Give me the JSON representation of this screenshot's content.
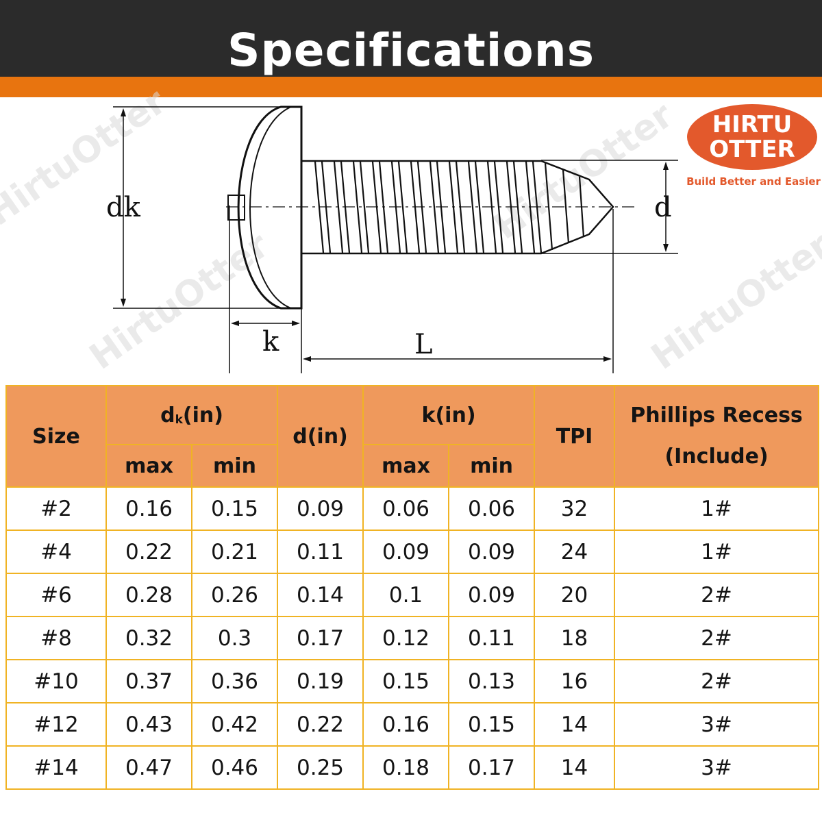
{
  "header": {
    "title": "Specifications",
    "colors": {
      "band": "#2b2b2b",
      "stripe": "#e8740f"
    }
  },
  "logo": {
    "line1": "HIRTU",
    "line2": "OTTER",
    "tagline": "Build Better and Easier",
    "watermark": "HirtuOtter",
    "color": "#e3592c"
  },
  "diagram": {
    "labels": {
      "dk": "dk",
      "d": "d",
      "k": "k",
      "L": "L"
    }
  },
  "table": {
    "headers": {
      "size": "Size",
      "dk_main": "d",
      "dk_sub": "k",
      "dk_unit": "(in)",
      "d": "d(in)",
      "k": "k(in)",
      "tpi": "TPI",
      "recess_line1": "Phillips Recess",
      "recess_line2": "(Include)",
      "max": "max",
      "min": "min"
    },
    "rows": [
      {
        "size": "#2",
        "dk_max": "0.16",
        "dk_min": "0.15",
        "d": "0.09",
        "k_max": "0.06",
        "k_min": "0.06",
        "tpi": "32",
        "recess": "1#"
      },
      {
        "size": "#4",
        "dk_max": "0.22",
        "dk_min": "0.21",
        "d": "0.11",
        "k_max": "0.09",
        "k_min": "0.09",
        "tpi": "24",
        "recess": "1#"
      },
      {
        "size": "#6",
        "dk_max": "0.28",
        "dk_min": "0.26",
        "d": "0.14",
        "k_max": "0.1",
        "k_min": "0.09",
        "tpi": "20",
        "recess": "2#"
      },
      {
        "size": "#8",
        "dk_max": "0.32",
        "dk_min": "0.3",
        "d": "0.17",
        "k_max": "0.12",
        "k_min": "0.11",
        "tpi": "18",
        "recess": "2#"
      },
      {
        "size": "#10",
        "dk_max": "0.37",
        "dk_min": "0.36",
        "d": "0.19",
        "k_max": "0.15",
        "k_min": "0.13",
        "tpi": "16",
        "recess": "2#"
      },
      {
        "size": "#12",
        "dk_max": "0.43",
        "dk_min": "0.42",
        "d": "0.22",
        "k_max": "0.16",
        "k_min": "0.15",
        "tpi": "14",
        "recess": "3#"
      },
      {
        "size": "#14",
        "dk_max": "0.47",
        "dk_min": "0.46",
        "d": "0.25",
        "k_max": "0.18",
        "k_min": "0.17",
        "tpi": "14",
        "recess": "3#"
      }
    ],
    "colors": {
      "header_bg": "#ef995c",
      "border": "#f0b324"
    }
  }
}
